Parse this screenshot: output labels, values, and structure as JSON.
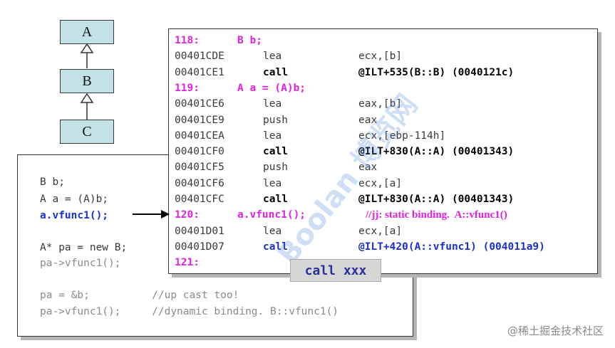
{
  "hierarchy": {
    "classes": [
      "A",
      "B",
      "C"
    ]
  },
  "source": {
    "lines": [
      "B b;",
      "A a = (A)b;",
      "a.vfunc1();",
      "A* pa = new B;",
      "pa->vfunc1();",
      "pa = &b;          //up cast too!",
      "pa->vfunc1();     //dynamic binding. B::vfunc1()"
    ]
  },
  "disasm": {
    "rows": [
      {
        "kind": "src",
        "num": "118:",
        "code": "B b;",
        "comment": ""
      },
      {
        "kind": "ins",
        "addr": "00401CDE",
        "op": "lea",
        "arg": "ecx,[b]"
      },
      {
        "kind": "call",
        "addr": "00401CE1",
        "op": "call",
        "arg": "@ILT+535(B::B) (0040121c)"
      },
      {
        "kind": "src",
        "num": "119:",
        "code": "A a = (A)b;",
        "comment": ""
      },
      {
        "kind": "ins",
        "addr": "00401CE6",
        "op": "lea",
        "arg": "eax,[b]"
      },
      {
        "kind": "ins",
        "addr": "00401CE9",
        "op": "push",
        "arg": "eax"
      },
      {
        "kind": "ins",
        "addr": "00401CEA",
        "op": "lea",
        "arg": "ecx,[ebp-114h]"
      },
      {
        "kind": "call",
        "addr": "00401CF0",
        "op": "call",
        "arg": "@ILT+830(A::A) (00401343)"
      },
      {
        "kind": "ins",
        "addr": "00401CF5",
        "op": "push",
        "arg": "eax"
      },
      {
        "kind": "ins",
        "addr": "00401CF6",
        "op": "lea",
        "arg": "ecx,[a]"
      },
      {
        "kind": "call",
        "addr": "00401CFC",
        "op": "call",
        "arg": "@ILT+830(A::A) (00401343)"
      },
      {
        "kind": "src",
        "num": "120:",
        "code": "a.vfunc1();",
        "comment": "//jj: static binding.  A::vfunc1()"
      },
      {
        "kind": "ins",
        "addr": "00401D01",
        "op": "lea",
        "arg": "ecx,[a]"
      },
      {
        "kind": "callblue",
        "addr": "00401D07",
        "op": "call",
        "arg": "@ILT+420(A::vfunc1) (004011a9)"
      },
      {
        "kind": "src",
        "num": "121:",
        "code": "",
        "comment": ""
      }
    ]
  },
  "callout": "call xxx",
  "watermark": "Boolan 博览网",
  "site_credit": "@稀土掘金技术社区",
  "colors": {
    "class_fill": "#c2e2e6",
    "source_line": "#e020e0",
    "highlight_blue": "#1a2fd0"
  }
}
